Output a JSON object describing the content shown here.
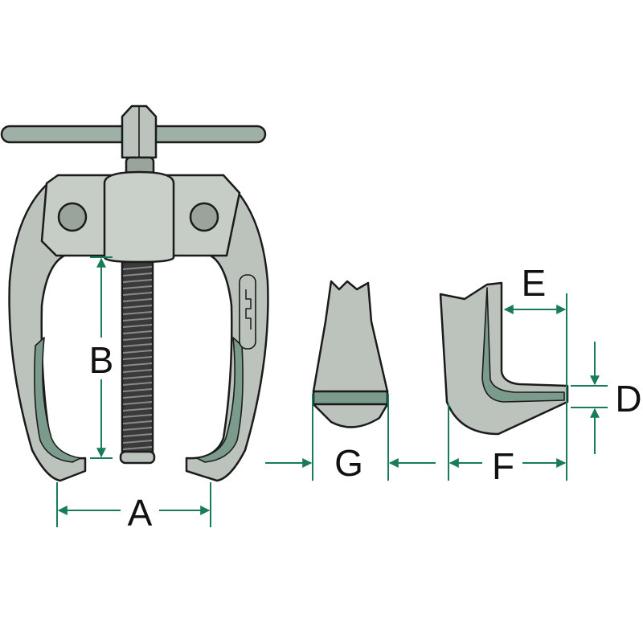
{
  "colors": {
    "dimension": "#1a7a5c",
    "metal": "#bcc3bd",
    "metal_light": "#d6dbd6",
    "metal_dark": "#9aa49d",
    "inner_face": "#7b9b8c",
    "outline": "#1b1b1b"
  },
  "labels": {
    "a": "A",
    "b": "B",
    "d": "D",
    "e": "E",
    "f": "F",
    "g": "G"
  }
}
